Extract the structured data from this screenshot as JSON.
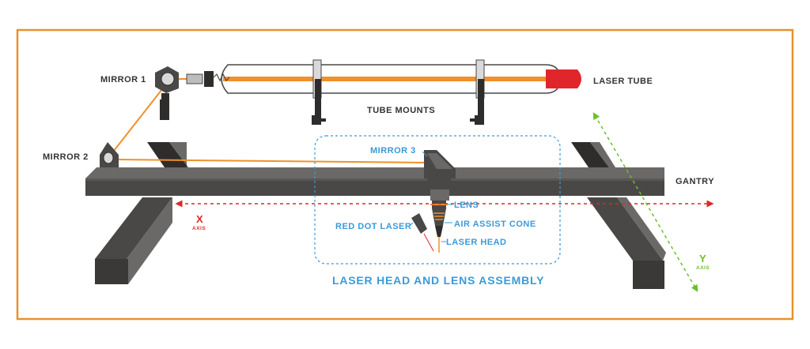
{
  "labels": {
    "mirror1": "MIRROR 1",
    "mirror2": "MIRROR 2",
    "mirror3": "MIRROR 3",
    "laser_tube": "LASER TUBE",
    "tube_mounts": "TUBE MOUNTS",
    "gantry": "GANTRY",
    "lens": "LENS",
    "air_assist_cone": "AIR ASSIST CONE",
    "red_dot_laser": "RED DOT LASER",
    "laser_head": "LASER HEAD",
    "assembly": "LASER HEAD AND LENS ASSEMBLY"
  },
  "axes": {
    "x": {
      "name": "X",
      "word": "AXIS"
    },
    "y": {
      "name": "Y",
      "word": "AXIS"
    }
  },
  "colors": {
    "frame": "#e8912e",
    "beam": "#f0912a",
    "metal": "#4a4846",
    "metal_light": "#6b6967",
    "metal_dark": "#2e2d2c",
    "tube_cap": "#e0262b",
    "assembly_outline": "#3a9ad9",
    "x_axis": "#e0262b",
    "y_axis": "#6cbf2a"
  }
}
